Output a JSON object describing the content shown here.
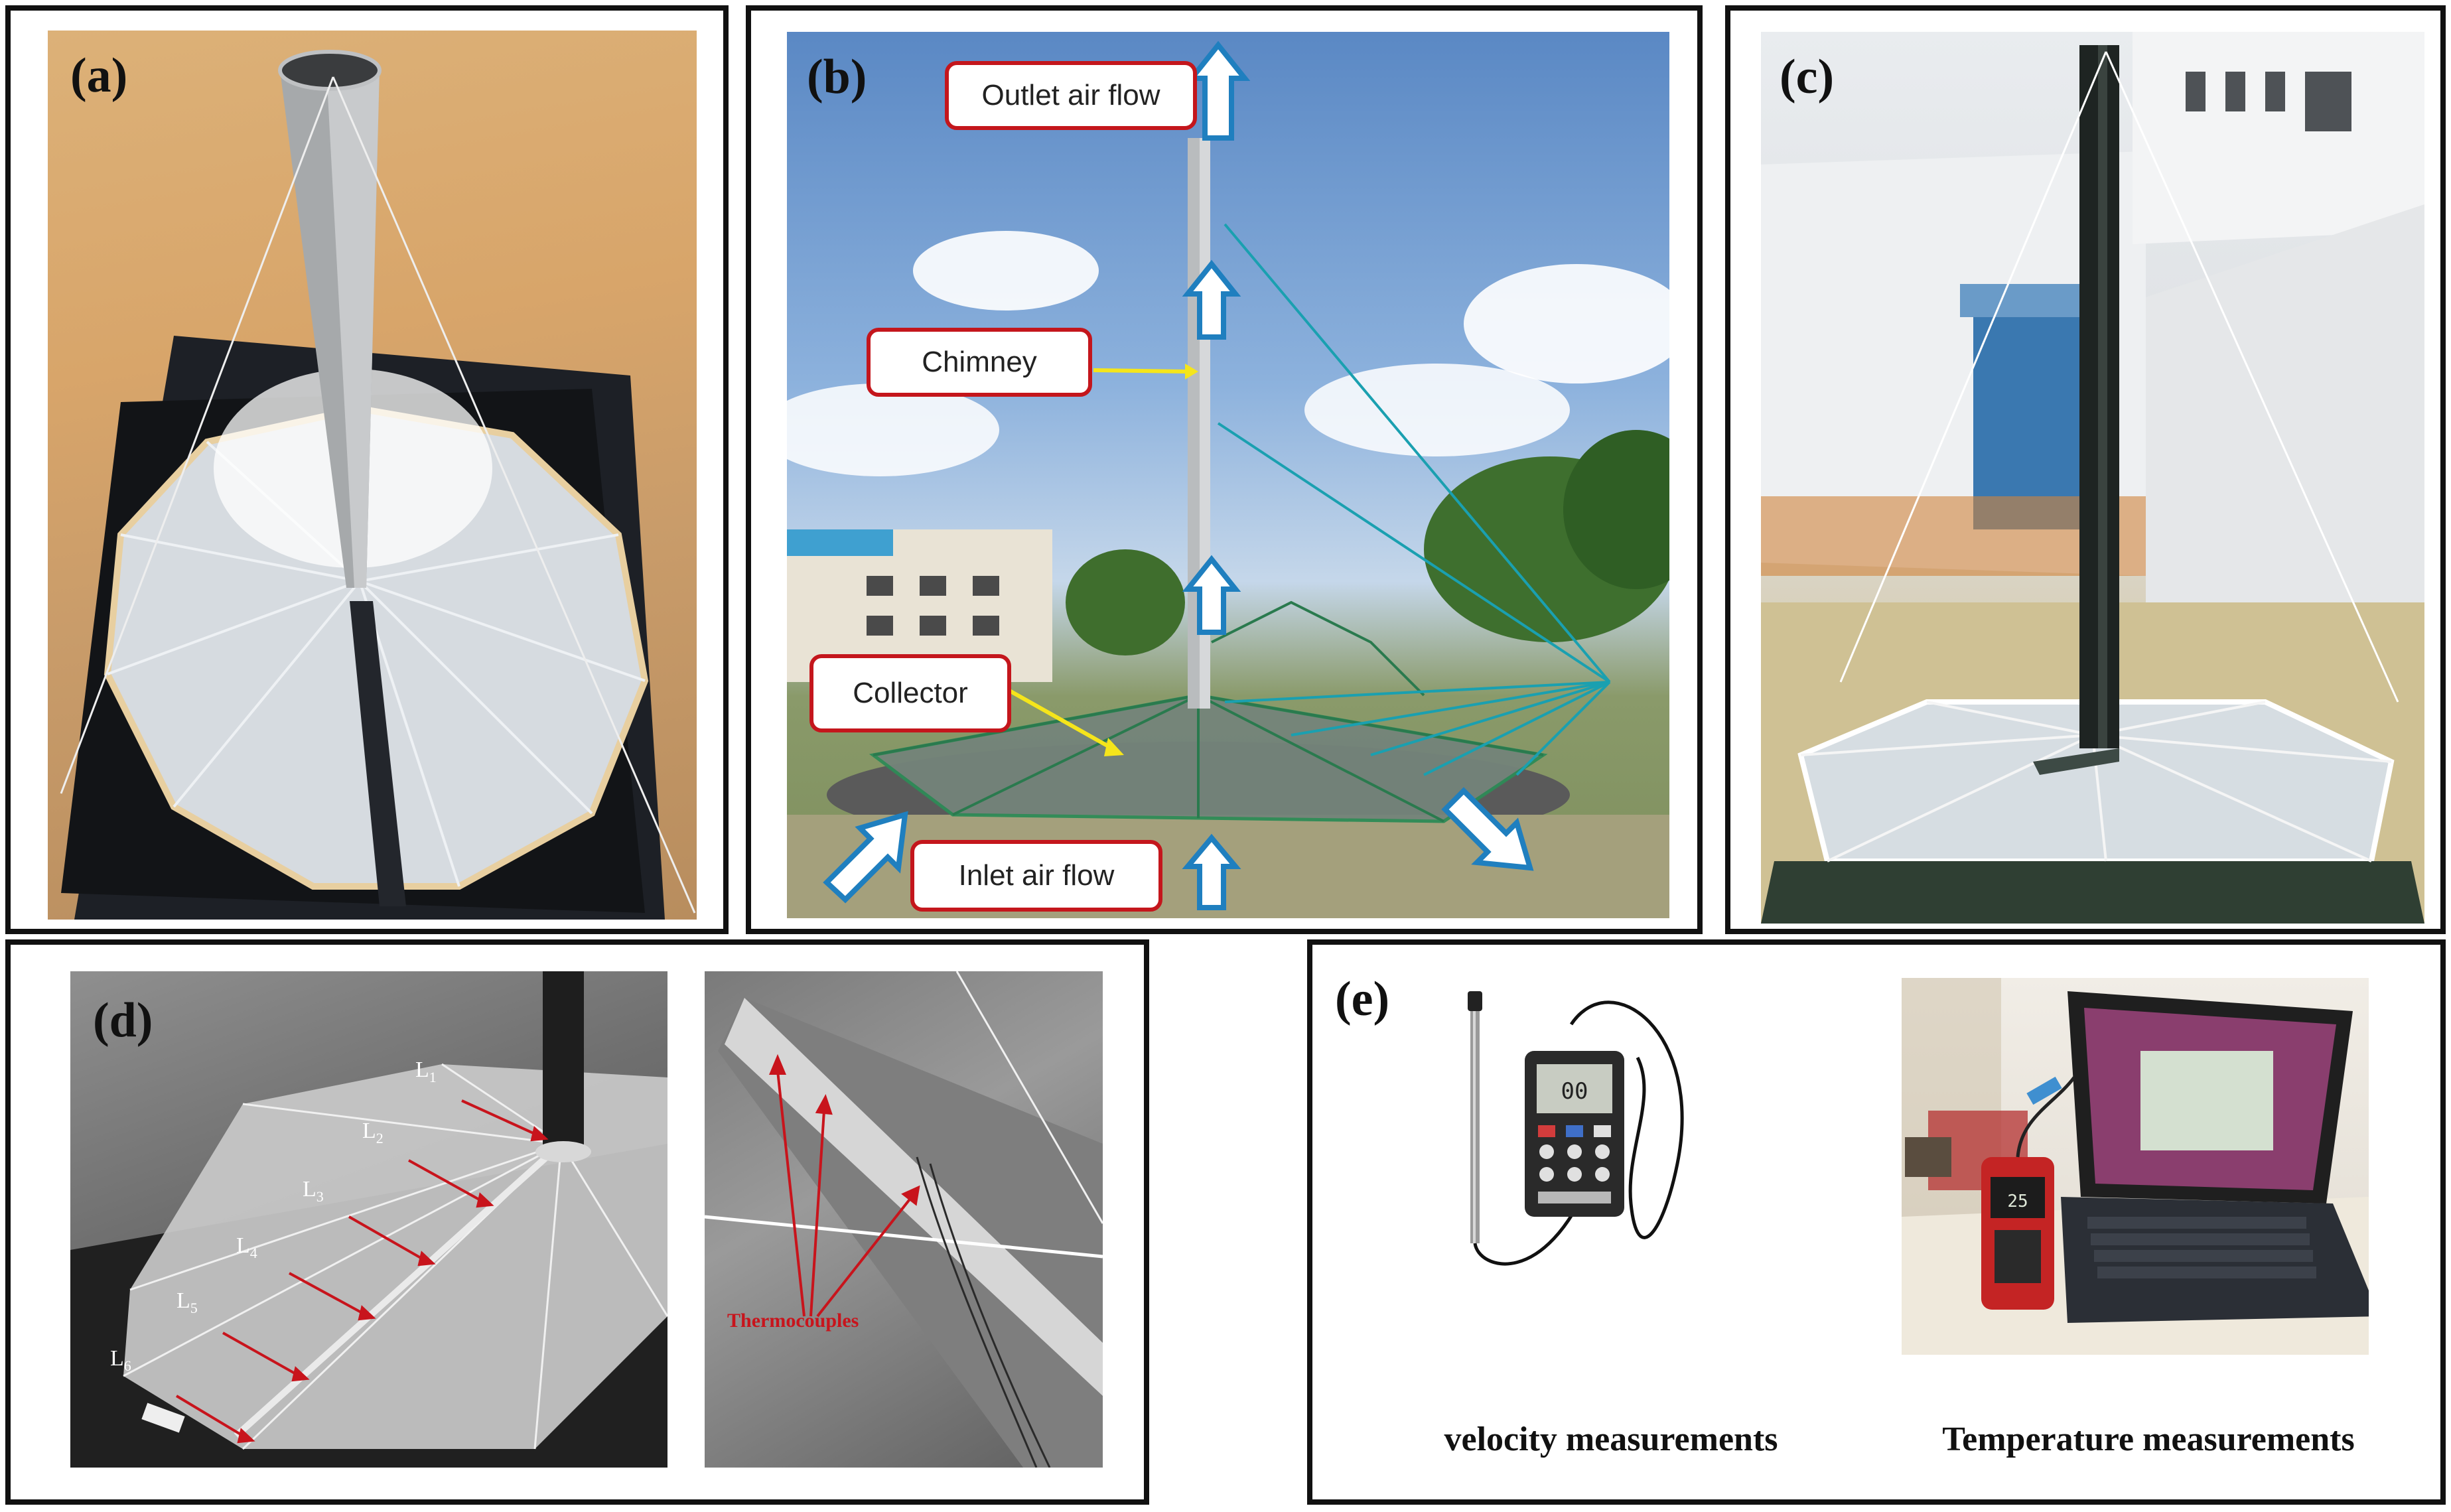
{
  "panels": {
    "a": {
      "label": "(a)"
    },
    "b": {
      "label": "(b)",
      "callouts": {
        "outlet": "Outlet air flow",
        "chimney": "Chimney",
        "collector": "Collector",
        "inlet": "Inlet air flow"
      }
    },
    "c": {
      "label": "(c)"
    },
    "d": {
      "label": "(d)",
      "levels": [
        {
          "letter": "L",
          "index": "1"
        },
        {
          "letter": "L",
          "index": "2"
        },
        {
          "letter": "L",
          "index": "3"
        },
        {
          "letter": "L",
          "index": "4"
        },
        {
          "letter": "L",
          "index": "5"
        },
        {
          "letter": "L",
          "index": "6"
        }
      ],
      "thermocouples": "Thermocouples"
    },
    "e": {
      "label": "(e)",
      "captions": {
        "velocity": "velocity measurements",
        "temperature": "Temperature measurements"
      }
    }
  },
  "colors": {
    "callout_border": "#c4161c",
    "arrow_blue": "#1f7fbf",
    "chimney_arrow": "#f5e51b",
    "red_arrow": "#c8141c"
  }
}
